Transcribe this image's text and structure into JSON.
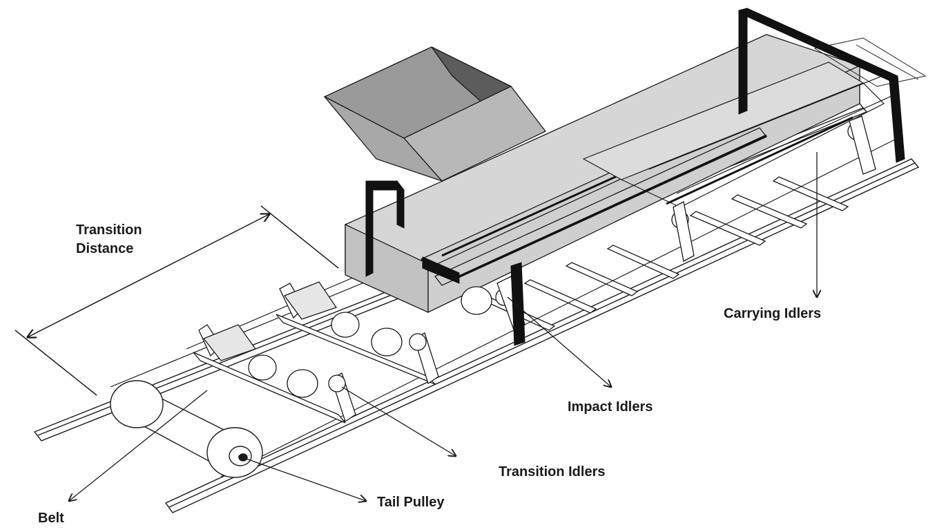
{
  "labels": {
    "transition_distance_line1": "Transition",
    "transition_distance_line2": "Distance",
    "carrying_idlers": "Carrying Idlers",
    "impact_idlers": "Impact Idlers",
    "transition_idlers": "Transition Idlers",
    "tail_pulley": "Tail Pulley",
    "belt": "Belt"
  },
  "colors": {
    "line": "#1a1a1a",
    "skirt_fill": "#c8c8c8",
    "hopper_top": "#8a8a8a",
    "hopper_side": "#b4b4b4",
    "hopper_dark": "#5c5c5c",
    "frame_black": "#111111"
  }
}
